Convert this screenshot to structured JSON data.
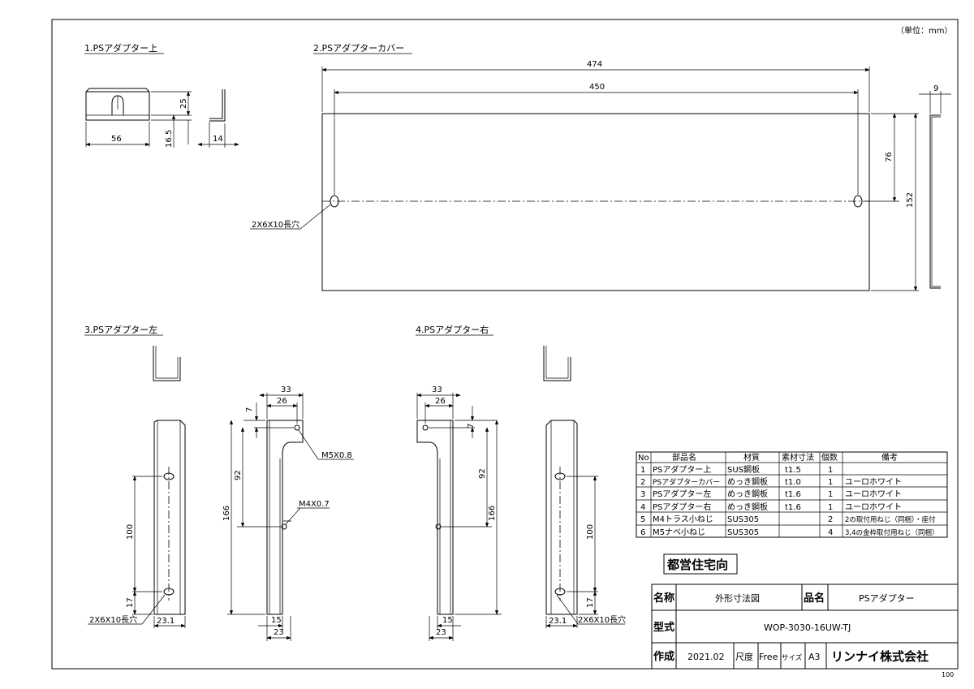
{
  "unit_note": "（単位：mm）",
  "views": {
    "v1": "1.PSアダプター上",
    "v2": "2.PSアダプターカバー",
    "v3": "3.PSアダプター左",
    "v4": "4.PSアダプター右"
  },
  "dims": {
    "v1": {
      "w56": "56",
      "h25": "25",
      "h16_5": "16.5",
      "w14": "14"
    },
    "v2": {
      "w474": "474",
      "w450": "450",
      "h76": "76",
      "h152": "152",
      "t9": "9",
      "slot": "2X6X10長穴"
    },
    "v3": {
      "h100": "100",
      "h17": "17",
      "w23_1": "23.1",
      "slot": "2X6X10長穴",
      "w33": "33",
      "w26": "26",
      "h7": "7",
      "h92": "92",
      "h166": "166",
      "m5": "M5X0.8",
      "m4": "M4X0.7",
      "w15": "15",
      "w23": "23"
    },
    "v4": {
      "h100": "100",
      "h17": "17",
      "w23_1": "23.1",
      "slot": "2X6X10長穴",
      "w33": "33",
      "w26": "26",
      "h7": "7",
      "h92": "92",
      "h166": "166",
      "w15": "15",
      "w23": "23"
    }
  },
  "parts_table": {
    "headers": [
      "No",
      "部品名",
      "材質",
      "素材寸法",
      "個数",
      "備考"
    ],
    "rows": [
      [
        "1",
        "PSアダプター上",
        "SUS鋼板",
        "t1.5",
        "1",
        ""
      ],
      [
        "2",
        "PSアダプターカバー",
        "めっき鋼板",
        "t1.0",
        "1",
        "ユーロホワイト"
      ],
      [
        "3",
        "PSアダプター左",
        "めっき鋼板",
        "t1.6",
        "1",
        "ユーロホワイト"
      ],
      [
        "4",
        "PSアダプター右",
        "めっき鋼板",
        "t1.6",
        "1",
        "ユーロホワイト"
      ],
      [
        "5",
        "M4トラス小ねじ",
        "SUS305",
        "",
        "2",
        "2の取付用ねじ（同梱）・座付"
      ],
      [
        "6",
        "M5ナベ小ねじ",
        "SUS305",
        "",
        "4",
        "3,4の金枠取付用ねじ（同梱）"
      ]
    ]
  },
  "stamp": "都営住宅向",
  "title_block": {
    "name_label": "名称",
    "name_value": "外形寸法図",
    "part_label": "品名",
    "part_value": "PSアダプター",
    "model_label": "型式",
    "model_value": "WOP-3030-16UW-TJ",
    "made_label": "作成",
    "made_value": "2021.02",
    "scale_label": "尺度",
    "scale_value": "Free",
    "size_label": "サイズ",
    "size_value": "A3",
    "company": "リンナイ株式会社"
  },
  "corner_number": "100"
}
